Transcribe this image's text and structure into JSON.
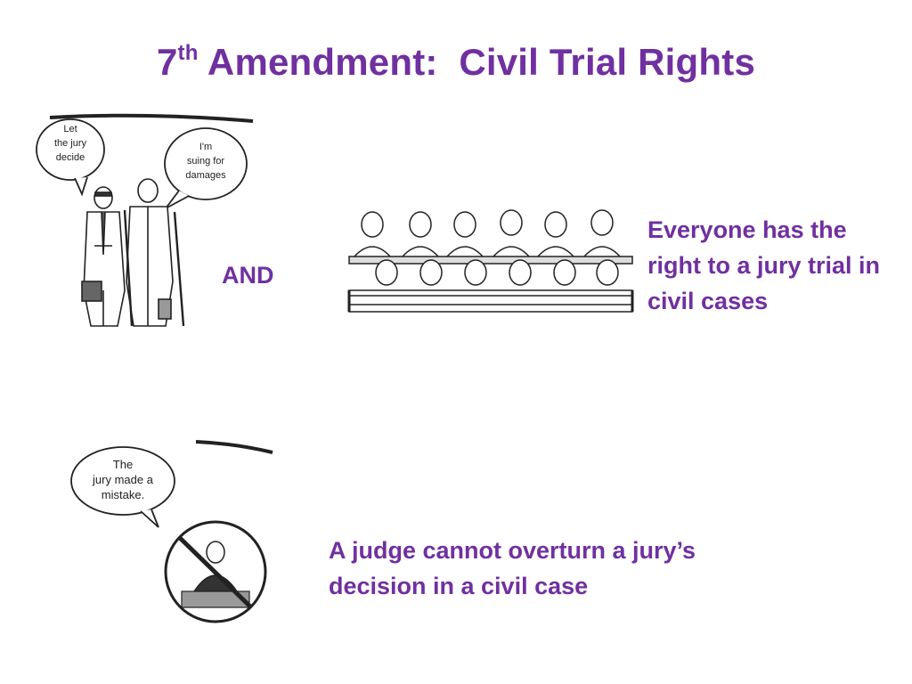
{
  "slide": {
    "title_number": "7",
    "title_superscript": "th",
    "title_rest": " Amendment:  Civil Trial Rights",
    "and_label": "AND",
    "right_statement": "Everyone has the right to a jury trial in civil cases",
    "judge_statement": "A judge cannot overturn a jury’s decision in a civil case"
  },
  "cartoon_top": {
    "bubble_left_line1": "Let",
    "bubble_left_line2": "the jury",
    "bubble_left_line3": "decide",
    "bubble_right_line1": "I'm",
    "bubble_right_line2": "suing for",
    "bubble_right_line3": "damages"
  },
  "cartoon_bottom": {
    "bubble_line1": "The",
    "bubble_line2": "jury made a",
    "bubble_line3": "mistake."
  },
  "colors": {
    "accent": "#7030a0",
    "ink": "#1a1a1a"
  }
}
